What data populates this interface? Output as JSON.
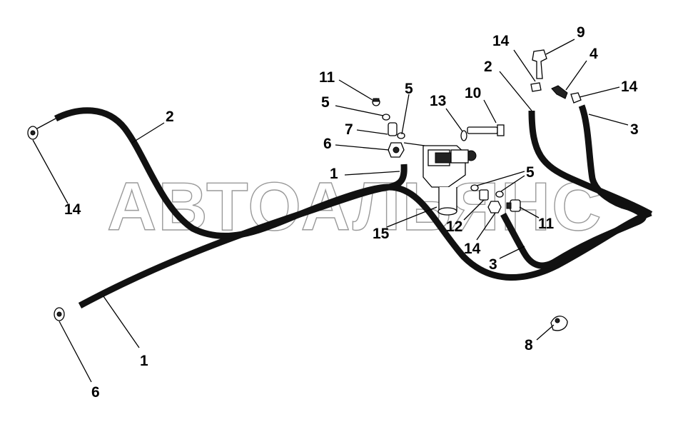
{
  "watermark": "АВТОАЛЬЯНС",
  "callouts": {
    "c1_left": "1",
    "c1_mid": "1",
    "c2_left": "2",
    "c2_right": "2",
    "c3_upper": "3",
    "c3_lower": "3",
    "c4": "4",
    "c5_left": "5",
    "c5_mid": "5",
    "c5_right": "5",
    "c6_bottom": "6",
    "c6_mid": "6",
    "c7": "7",
    "c8": "8",
    "c9": "9",
    "c10": "10",
    "c11_left": "11",
    "c11_right": "11",
    "c12": "12",
    "c13": "13",
    "c14_left": "14",
    "c14_top": "14",
    "c14_right": "14",
    "c14_bottom": "14",
    "c15": "15"
  }
}
